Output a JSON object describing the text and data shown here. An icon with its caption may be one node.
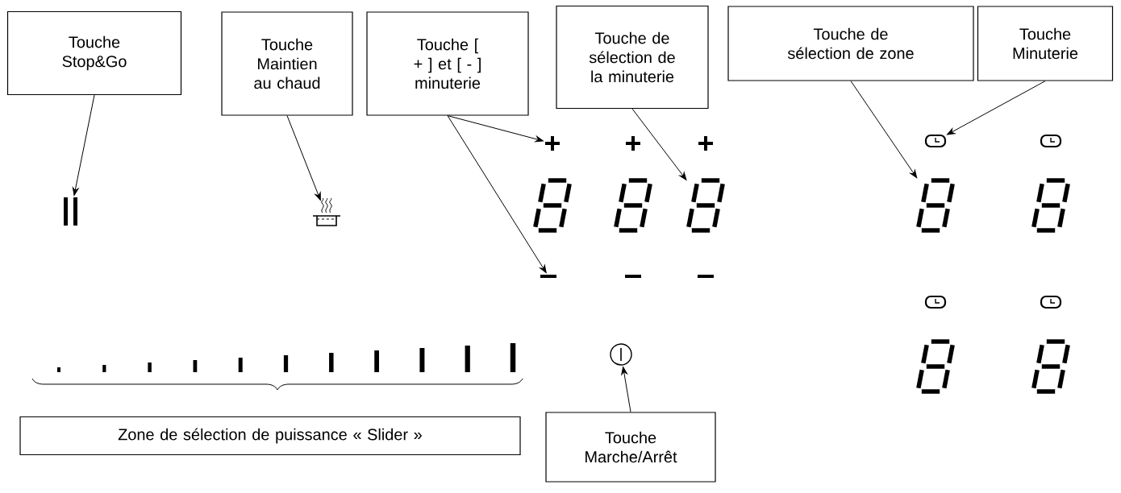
{
  "diagram": {
    "nodes": [
      {
        "text": [
          "Touche Stop&Go"
        ]
      },
      {
        "text": [
          "Touche Maintien au chaud"
        ]
      },
      {
        "text": [
          "Touche [ + ] et [ - ] minuterie"
        ]
      },
      {
        "text": [
          "Touche de sélection de la minuterie"
        ]
      },
      {
        "text": [
          "Touche de sélection de zone"
        ]
      },
      {
        "text": [
          "Touche Minuterie"
        ]
      },
      {
        "text": [
          "Zone de sélection de puissance « Slider »"
        ]
      },
      {
        "text": [
          "Touche Marche/Arrêt"
        ]
      },
      {
        "text": [],
        "shape": "pause"
      },
      {
        "text": [],
        "shape": "pot"
      },
      {
        "text": [],
        "shape": "plus"
      },
      {
        "text": [],
        "shape": "minus"
      },
      {
        "text": [],
        "shape": "digit"
      },
      {
        "text": [],
        "shape": "digit"
      },
      {
        "text": [],
        "shape": "clock"
      },
      {
        "text": [],
        "shape": "power"
      }
    ],
    "edges": [
      {
        "from": 0,
        "to": 8,
        "arrow": "to"
      },
      {
        "from": 1,
        "to": 9,
        "arrow": "to"
      },
      {
        "from": 2,
        "to": 10,
        "arrow": "to"
      },
      {
        "from": 2,
        "to": 11,
        "arrow": "to"
      },
      {
        "from": 3,
        "to": 12,
        "arrow": "to"
      },
      {
        "from": 4,
        "to": 13,
        "arrow": "to"
      },
      {
        "from": 5,
        "to": 14,
        "arrow": "to"
      },
      {
        "from": 7,
        "to": 15,
        "arrow": "to"
      }
    ]
  }
}
